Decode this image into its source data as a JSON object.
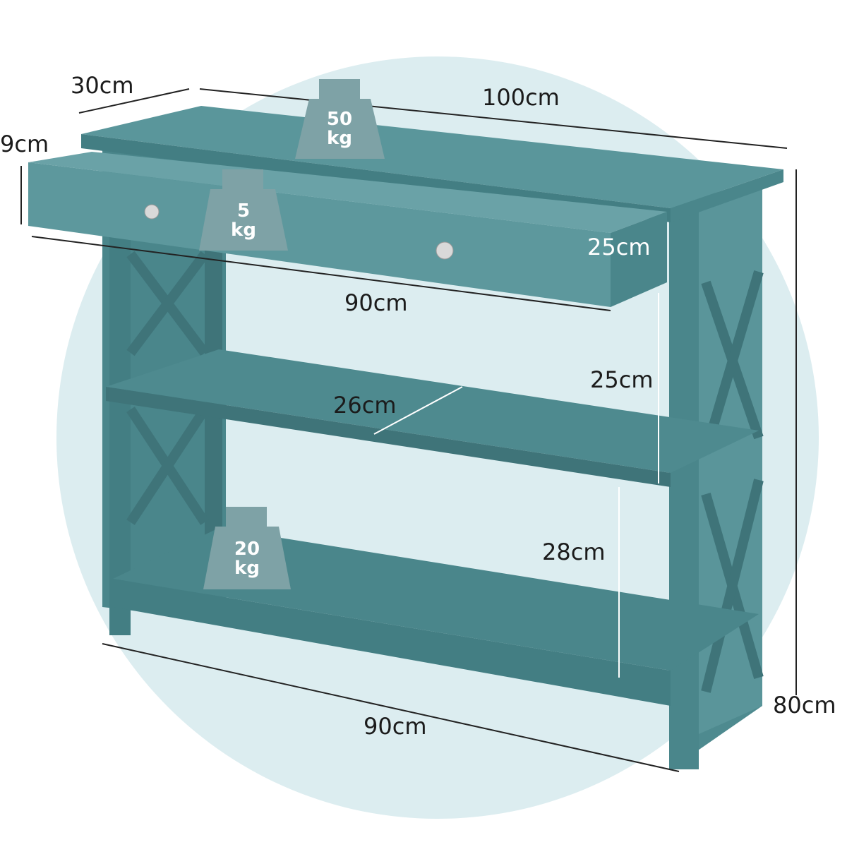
{
  "colors": {
    "circle": "#dcedf0",
    "table": "#4e8a8f",
    "table_dark": "#3f7479",
    "table_light": "#5f9aa0",
    "badge": "#7ea2a6"
  },
  "dimensions": {
    "depth_top": "30cm",
    "width_top": "100cm",
    "drawer_height": "9cm",
    "drawer_depth": "25cm",
    "drawer_width": "90cm",
    "shelf_gap_upper": "25cm",
    "shelf_depth": "26cm",
    "shelf_gap_lower": "28cm",
    "total_height": "80cm",
    "bottom_width": "90cm"
  },
  "weights": [
    {
      "value": "50",
      "unit": "kg"
    },
    {
      "value": "5",
      "unit": "kg"
    },
    {
      "value": "20",
      "unit": "kg"
    }
  ]
}
